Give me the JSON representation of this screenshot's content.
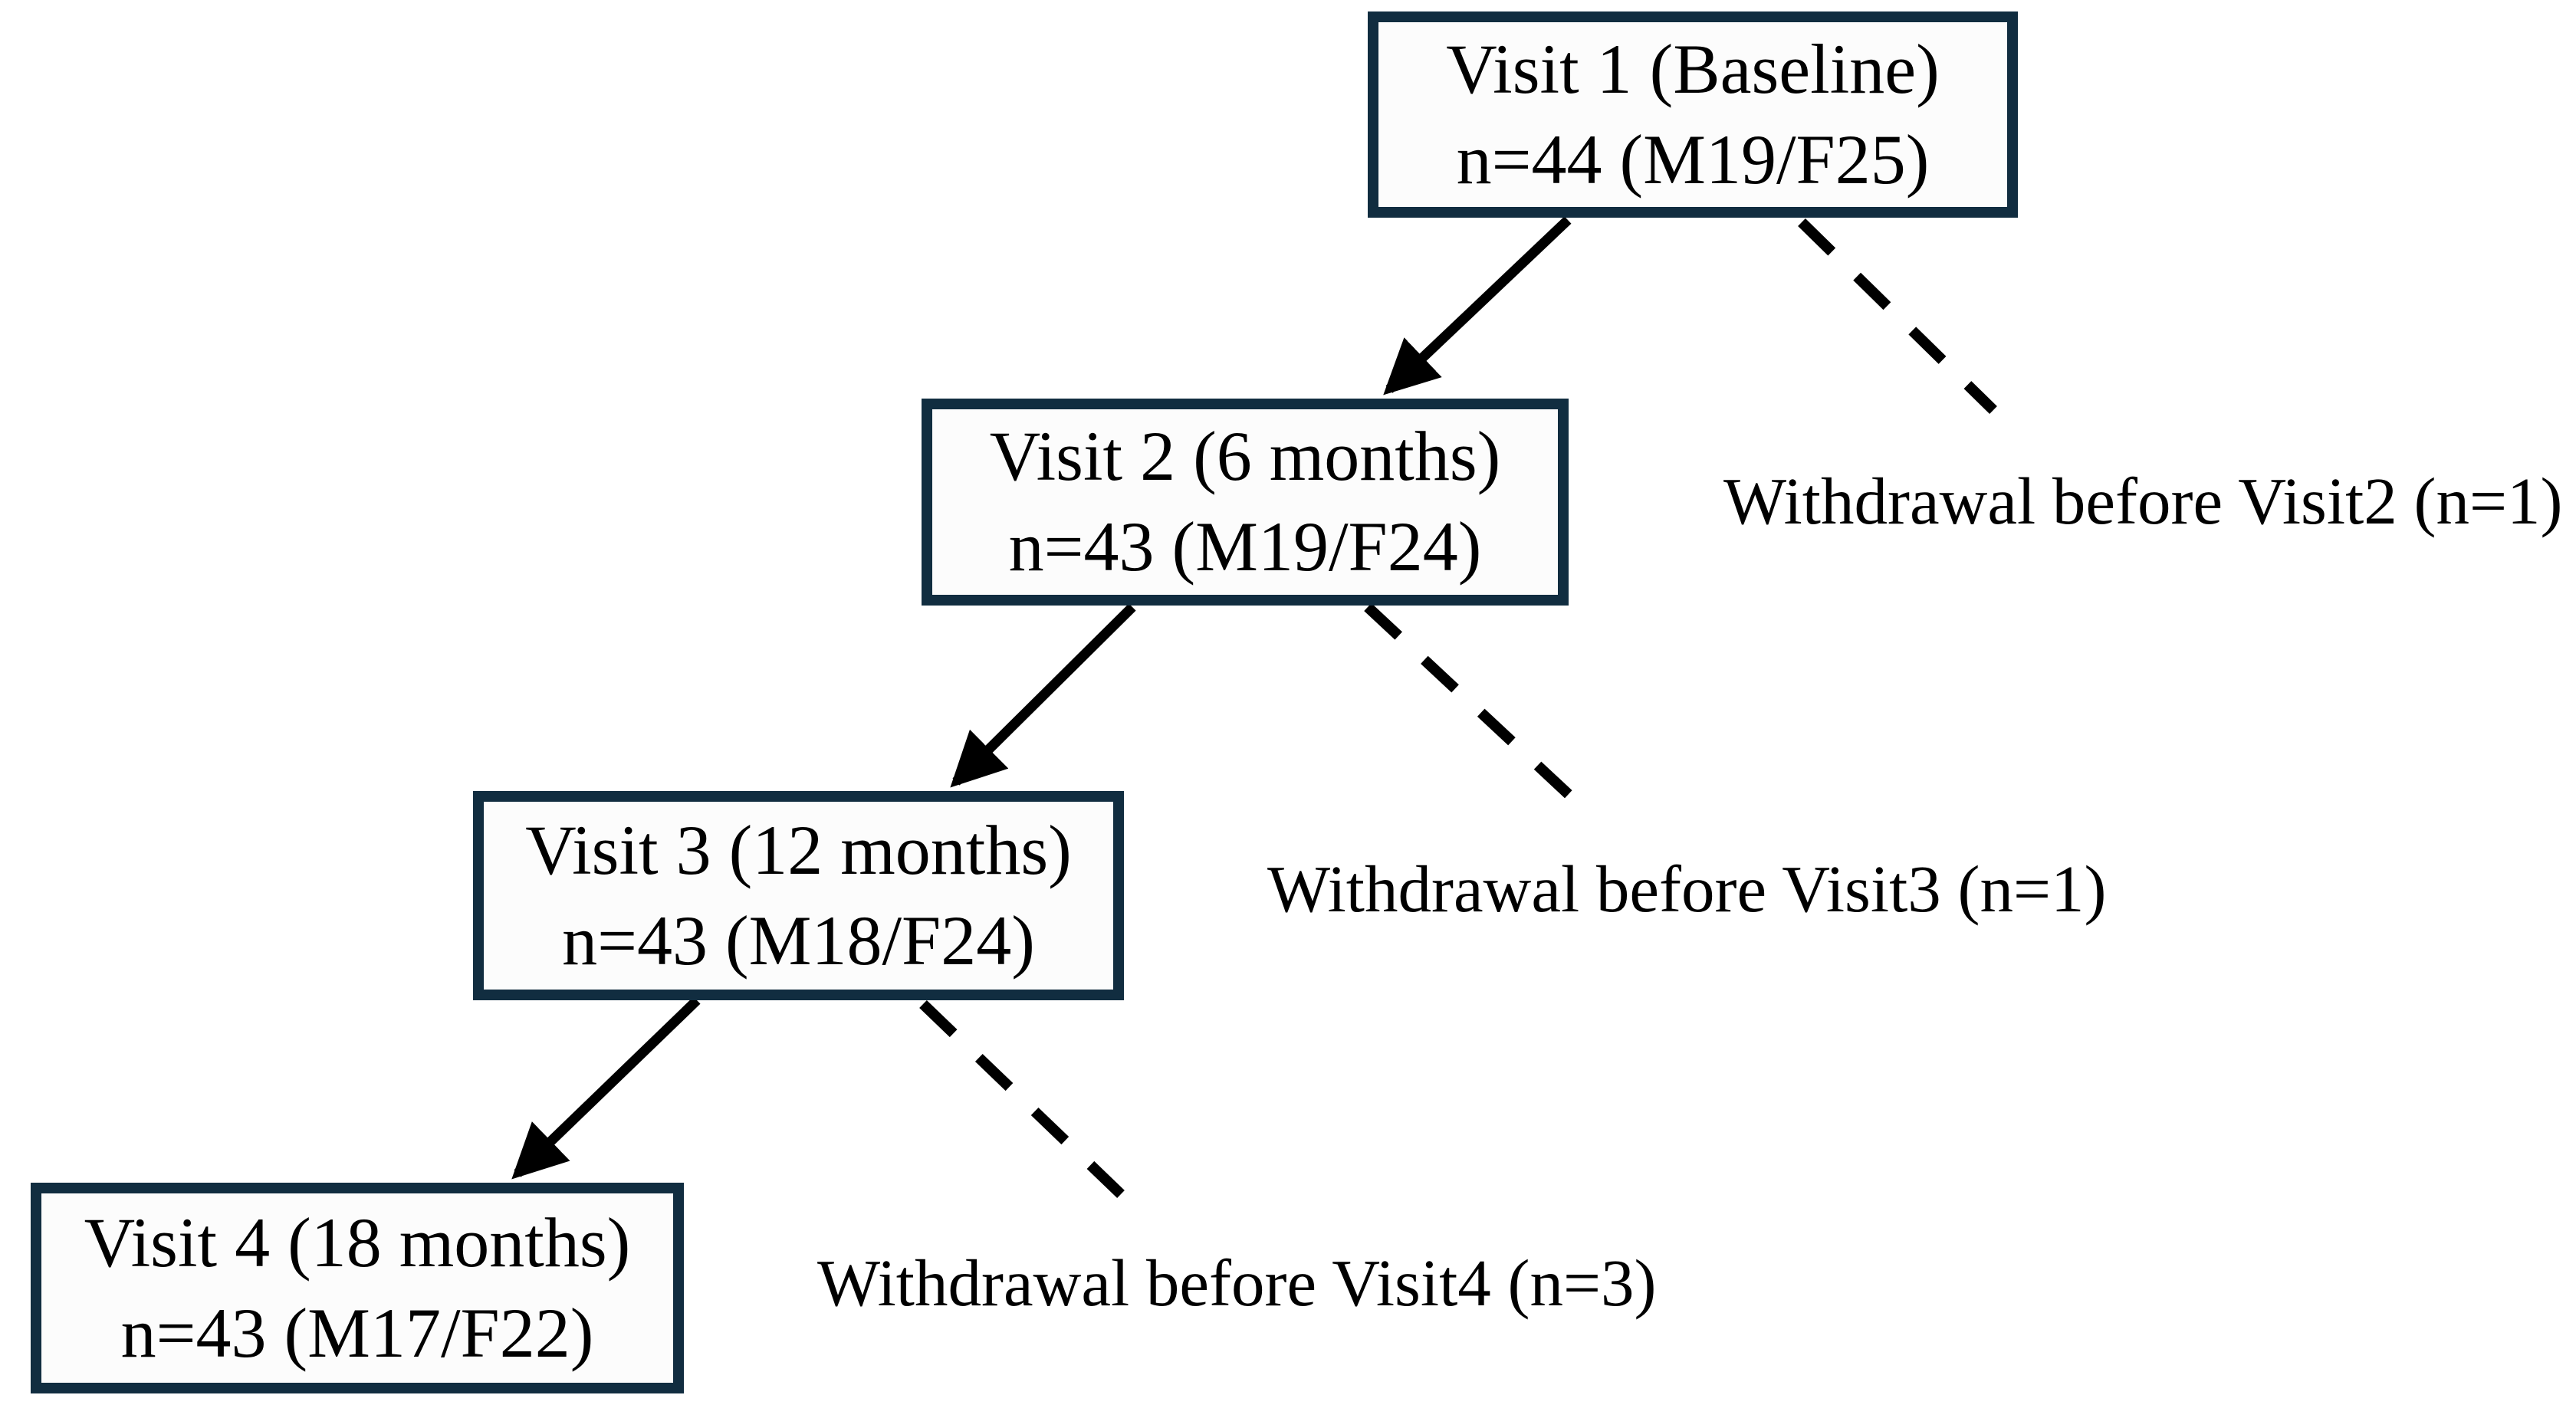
{
  "figure": {
    "type": "study-flow-diagram",
    "colors": {
      "box_border": "#112d40",
      "box_fill": "#fcfcfc",
      "connector": "#000000",
      "text": "#000000",
      "background": "#ffffff"
    },
    "boxes": [
      {
        "line1": "Visit 1 (Baseline)",
        "line2": "n=44 (M19/F25)"
      },
      {
        "line1": "Visit 2 (6 months)",
        "line2": "n=43 (M19/F24)"
      },
      {
        "line1": "Visit 3 (12 months)",
        "line2": "n=43 (M18/F24)"
      },
      {
        "line1": "Visit 4 (18 months)",
        "line2": "n=43 (M17/F22)"
      }
    ],
    "withdrawals": [
      {
        "label": "Withdrawal before Visit2 (n=1)"
      },
      {
        "label": "Withdrawal before Visit3 (n=1)"
      },
      {
        "label": "Withdrawal before Visit4 (n=3)"
      }
    ]
  }
}
